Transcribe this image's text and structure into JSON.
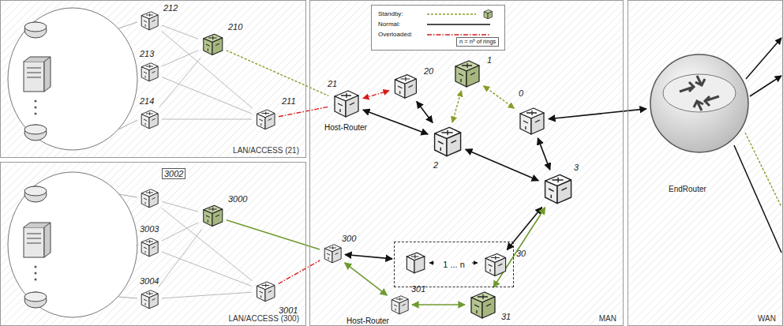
{
  "diagram": {
    "nodes": [
      {
        "text": [
          "LAN/ACCESS (21)"
        ]
      },
      {
        "text": [
          "212"
        ],
        "in": 0
      },
      {
        "text": [
          "213"
        ],
        "in": 0
      },
      {
        "text": [
          "210"
        ],
        "in": 0
      },
      {
        "text": [
          "214"
        ],
        "in": 0
      },
      {
        "text": [
          "211"
        ],
        "in": 0
      },
      {
        "text": [
          "LAN/ACCESS (300)"
        ]
      },
      {
        "text": [
          "3002"
        ],
        "in": 6
      },
      {
        "text": [
          "3003"
        ],
        "in": 6
      },
      {
        "text": [
          "3000"
        ],
        "in": 6
      },
      {
        "text": [
          "3004"
        ],
        "in": 6
      },
      {
        "text": [
          "3001"
        ],
        "in": 6
      },
      {
        "text": [
          "MAN"
        ]
      },
      {
        "text": [
          "21",
          "Host-Router"
        ],
        "in": 12
      },
      {
        "text": [
          "20"
        ],
        "in": 12
      },
      {
        "text": [
          "1"
        ],
        "in": 12
      },
      {
        "text": [
          "2"
        ],
        "in": 12
      },
      {
        "text": [
          "0"
        ],
        "in": 12
      },
      {
        "text": [
          "3"
        ],
        "in": 12
      },
      {
        "text": [
          "300"
        ],
        "in": 12
      },
      {
        "text": [
          "1 ... n"
        ],
        "in": 12
      },
      {
        "text": [
          "30"
        ],
        "in": 20
      },
      {
        "text": [
          "301",
          "Host-Router"
        ],
        "in": 12
      },
      {
        "text": [
          "31"
        ],
        "in": 12
      },
      {
        "text": [
          "WAN"
        ]
      },
      {
        "text": [
          "EndRouter"
        ],
        "in": 24
      }
    ],
    "edges": [
      {
        "from": 1,
        "to": 3,
        "arrow": "none"
      },
      {
        "from": 1,
        "to": 5,
        "arrow": "none"
      },
      {
        "from": 2,
        "to": 3,
        "arrow": "none"
      },
      {
        "from": 2,
        "to": 5,
        "arrow": "none"
      },
      {
        "from": 4,
        "to": 3,
        "arrow": "none"
      },
      {
        "from": 4,
        "to": 5,
        "arrow": "none"
      },
      {
        "from": 3,
        "to": 13,
        "arrow": "none"
      },
      {
        "from": 5,
        "to": 13,
        "arrow": "none"
      },
      {
        "from": 7,
        "to": 9,
        "arrow": "none"
      },
      {
        "from": 7,
        "to": 11,
        "arrow": "none"
      },
      {
        "from": 8,
        "to": 9,
        "arrow": "none"
      },
      {
        "from": 8,
        "to": 11,
        "arrow": "none"
      },
      {
        "from": 10,
        "to": 9,
        "arrow": "none"
      },
      {
        "from": 10,
        "to": 11,
        "arrow": "none"
      },
      {
        "from": 9,
        "to": 19,
        "arrow": "none"
      },
      {
        "from": 11,
        "to": 19,
        "arrow": "none"
      },
      {
        "from": 13,
        "to": 14,
        "arrow": "both"
      },
      {
        "from": 13,
        "to": 16,
        "arrow": "both"
      },
      {
        "from": 14,
        "to": 16,
        "arrow": "both"
      },
      {
        "from": 16,
        "to": 15,
        "arrow": "both"
      },
      {
        "from": 15,
        "to": 17,
        "arrow": "both"
      },
      {
        "from": 16,
        "to": 18,
        "arrow": "both"
      },
      {
        "from": 18,
        "to": 17,
        "arrow": "both"
      },
      {
        "from": 17,
        "to": 25,
        "arrow": "both"
      },
      {
        "from": 18,
        "to": 21,
        "arrow": "both"
      },
      {
        "from": 20,
        "to": 19,
        "arrow": "both"
      },
      {
        "from": 19,
        "to": 22,
        "arrow": "both"
      },
      {
        "from": 22,
        "to": 23,
        "arrow": "both"
      },
      {
        "from": 23,
        "to": 18,
        "arrow": "both"
      }
    ],
    "labels": [
      "n = nº of rings"
    ],
    "legend": [
      {
        "text": "Standby:"
      },
      {
        "text": "Normal:"
      },
      {
        "text": "Overloaded:"
      }
    ]
  }
}
